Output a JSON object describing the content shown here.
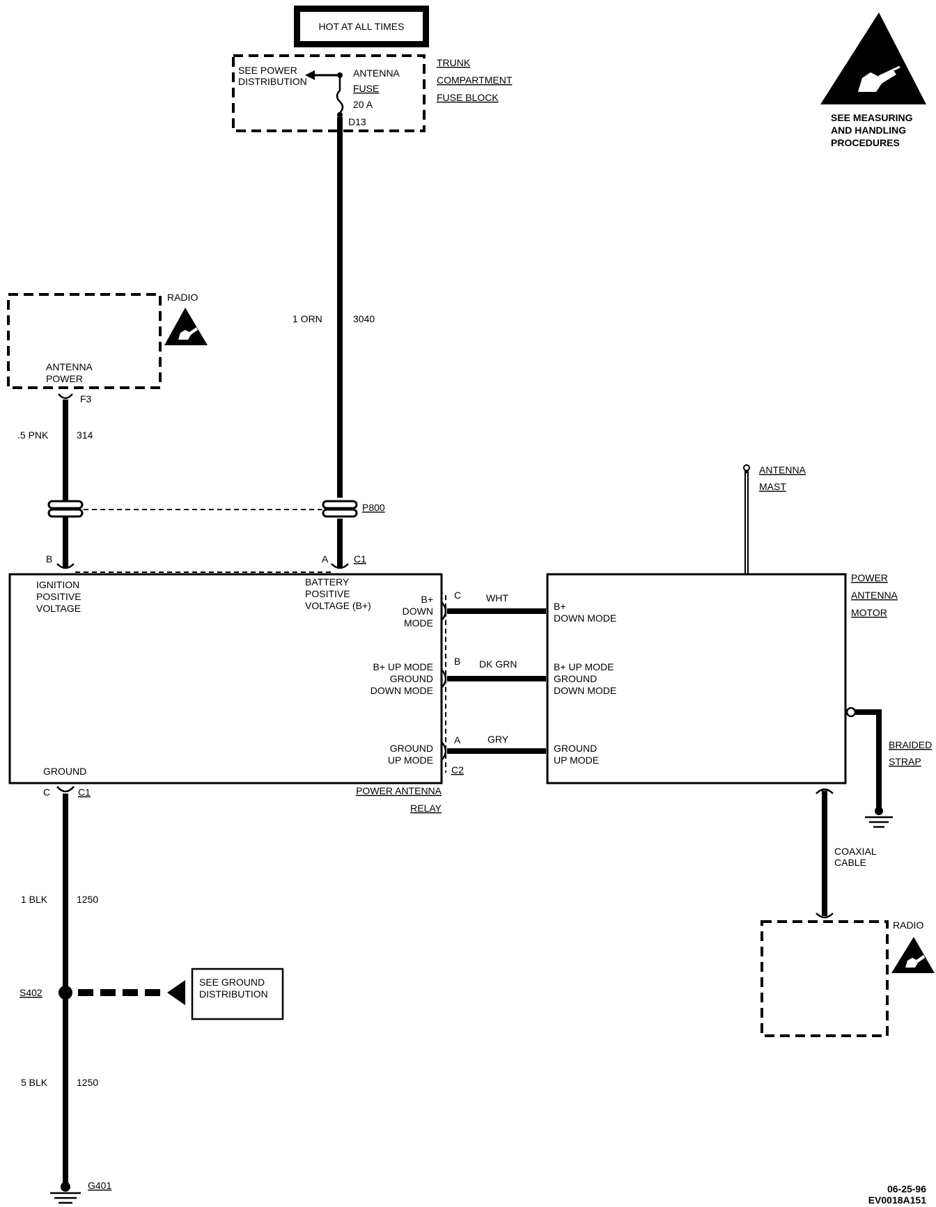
{
  "hot_box": {
    "label": "HOT AT ALL TIMES"
  },
  "fuse_block": {
    "see_power": [
      "SEE POWER",
      "DISTRIBUTION"
    ],
    "fuse_lines": [
      "ANTENNA",
      "FUSE",
      "20 A"
    ],
    "terminal": "D13",
    "name": [
      "TRUNK",
      "COMPARTMENT",
      "FUSE BLOCK"
    ]
  },
  "esd_note": [
    "SEE MEASURING",
    "AND HANDLING",
    "PROCEDURES"
  ],
  "radio_top": {
    "name": "RADIO",
    "pin_label": [
      "ANTENNA",
      "POWER"
    ],
    "pin": "F3"
  },
  "wires": {
    "orn": {
      "size_color": "1 ORN",
      "circuit": "3040"
    },
    "pnk": {
      "size_color": ".5 PNK",
      "circuit": "314"
    },
    "blk1": {
      "size_color": "1 BLK",
      "circuit": "1250"
    },
    "blk5": {
      "size_color": "5 BLK",
      "circuit": "1250"
    },
    "wht": "WHT",
    "dkgrn": "DK GRN",
    "gry": "GRY"
  },
  "connector_p800": "P800",
  "relay": {
    "pin_b": "B",
    "pin_a": "A",
    "pin_c": "C",
    "conn_c1_top": "C1",
    "conn_c1_bottom": "C1",
    "ignition": [
      "IGNITION",
      "POSITIVE",
      "VOLTAGE"
    ],
    "battery": [
      "BATTERY",
      "POSITIVE",
      "VOLTAGE (B+)"
    ],
    "b_down": [
      "B+",
      "DOWN",
      "MODE"
    ],
    "b_up": [
      "B+ UP MODE",
      "GROUND",
      "DOWN MODE"
    ],
    "ground_up": [
      "GROUND",
      "UP MODE"
    ],
    "ground": "GROUND",
    "name": [
      "POWER ANTENNA",
      "RELAY"
    ]
  },
  "c2": {
    "name": "C2",
    "pin_c": "C",
    "pin_b": "B",
    "pin_a": "A"
  },
  "motor": {
    "b_down": [
      "B+",
      "DOWN MODE"
    ],
    "b_up": [
      "B+ UP MODE",
      "GROUND",
      "DOWN MODE"
    ],
    "ground_up": [
      "GROUND",
      "UP MODE"
    ],
    "name": [
      "POWER",
      "ANTENNA",
      "MOTOR"
    ],
    "mast": [
      "ANTENNA",
      "MAST"
    ],
    "strap": [
      "BRAIDED",
      "STRAP"
    ],
    "coax": [
      "COAXIAL",
      "CABLE"
    ]
  },
  "radio_bottom": {
    "name": "RADIO"
  },
  "splice": {
    "name": "S402",
    "see_ground": [
      "SEE GROUND",
      "DISTRIBUTION"
    ]
  },
  "ground_g401": "G401",
  "footer": {
    "date": "06-25-96",
    "code": "EV0018A151"
  }
}
